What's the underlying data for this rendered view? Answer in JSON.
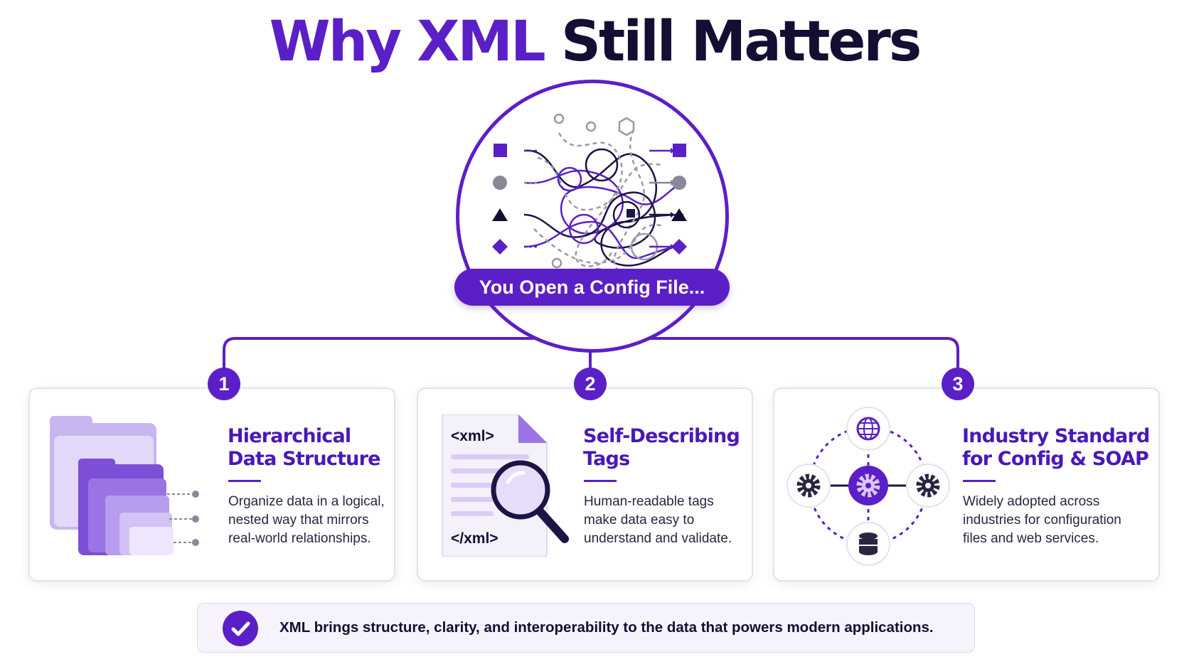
{
  "title": {
    "part1": "Why XML",
    "part2": "Still Matters"
  },
  "hero": {
    "pill_label": "You Open a Config File..."
  },
  "cards": [
    {
      "number": "1",
      "title_line1": "Hierarchical",
      "title_line2": "Data Structure",
      "desc_line1": "Organize data in a logical,",
      "desc_line2": "nested way that mirrors",
      "desc_line3": "real-world relationships.",
      "icon": "nested-folders-icon"
    },
    {
      "number": "2",
      "title_line1": "Self-Describing",
      "title_line2": "Tags",
      "desc_line1": "Human-readable tags",
      "desc_line2": "make data easy to",
      "desc_line3": "understand and validate.",
      "icon": "xml-document-magnifier-icon",
      "doc_open_tag": "<xml>",
      "doc_close_tag": "</xml>"
    },
    {
      "number": "3",
      "title_line1": "Industry Standard",
      "title_line2": "for Config & SOAP",
      "desc_line1": "Widely adopted across",
      "desc_line2": "industries for configuration",
      "desc_line3": "files and web services.",
      "icon": "service-network-icon"
    }
  ],
  "footer": {
    "icon": "check-circle-icon",
    "text": "XML brings structure, clarity, and interoperability to the data that powers modern applications."
  },
  "colors": {
    "accent": "#5b1fc7",
    "dark": "#120f33",
    "muted": "#8a8799"
  }
}
